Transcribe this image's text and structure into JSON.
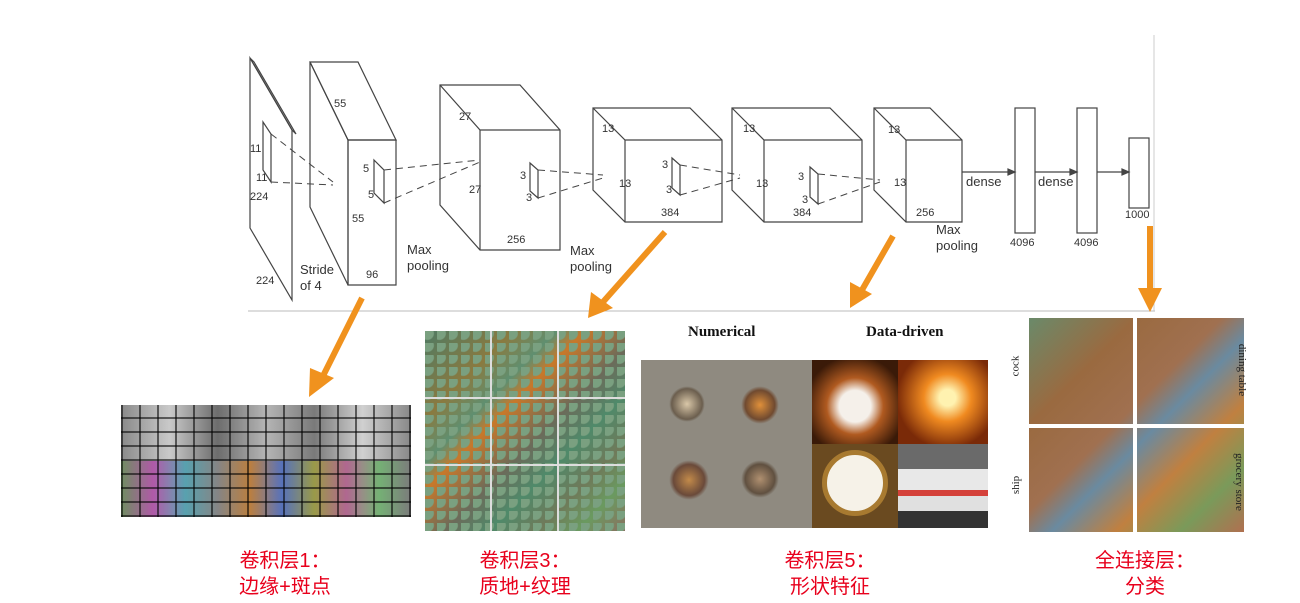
{
  "network": {
    "input": {
      "h": "224",
      "w": "224",
      "kernel": "11",
      "kernel2": "11"
    },
    "conv1": {
      "size": "55",
      "size2": "55",
      "depth": "96",
      "kernel": "5",
      "kernel2": "5",
      "stride": "Stride",
      "stride2": "of 4"
    },
    "pool1": "Max",
    "pool1b": "pooling",
    "conv2": {
      "size": "27",
      "size2": "27",
      "depth": "256",
      "kernel": "3",
      "kernel2": "3"
    },
    "pool2": "Max",
    "pool2b": "pooling",
    "conv3": {
      "size": "13",
      "size2": "13",
      "depth": "384",
      "kernel": "3",
      "kernel2": "3"
    },
    "conv4": {
      "size": "13",
      "size2": "13",
      "depth": "384",
      "kernel": "3",
      "kernel2": "3"
    },
    "conv5": {
      "size": "13",
      "size2": "13",
      "depth": "256"
    },
    "pool3": "Max",
    "pool3b": "pooling",
    "dense1": "dense",
    "dense2": "dense",
    "fc1": "4096",
    "fc2": "4096",
    "fc3": "1000"
  },
  "panels": {
    "layer5_left_header": "Numerical",
    "layer5_right_header": "Data-driven",
    "fc_labels": [
      "cock",
      "dining table",
      "ship",
      "grocery store"
    ]
  },
  "captions": [
    {
      "line1": "卷积层1：",
      "line2": "边缘+斑点"
    },
    {
      "line1": "卷积层3：",
      "line2": "质地+纹理"
    },
    {
      "line1": "卷积层5：",
      "line2": "形状特征"
    },
    {
      "line1": "全连接层：",
      "line2": "分类"
    }
  ],
  "colors": {
    "arrow": "#f0921e",
    "caption": "#e8001c"
  }
}
